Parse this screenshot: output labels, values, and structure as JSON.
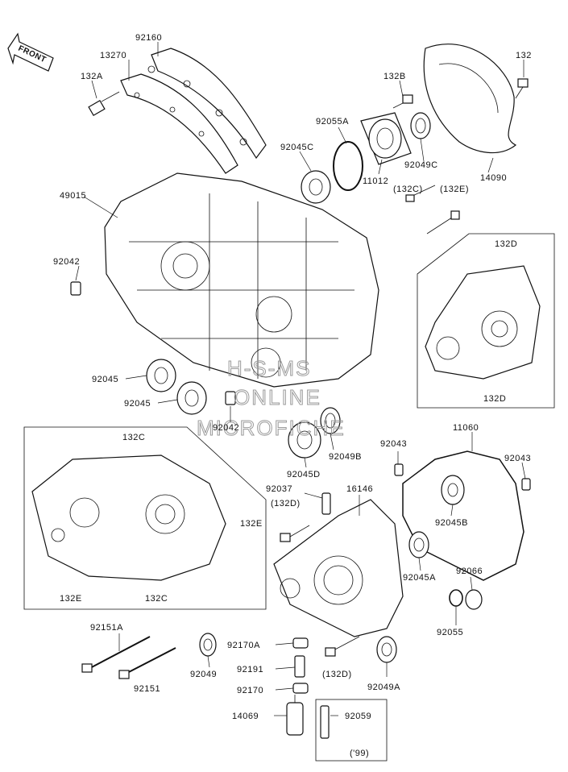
{
  "front_arrow": {
    "label": "FRONT"
  },
  "watermark": {
    "line1": "H-S-MS",
    "line2": "ONLINE",
    "line3": "MICROFICHE"
  },
  "labels": {
    "p92160": "92160",
    "p13270": "13270",
    "p132A": "132A",
    "p132": "132",
    "p132B": "132B",
    "p92055A": "92055A",
    "p92045C": "92045C",
    "p92049C": "92049C",
    "p14090": "14090",
    "p11012": "11012",
    "p132C_paren": "(132C)",
    "p132E_paren": "(132E)",
    "p49015": "49015",
    "p92042_top": "92042",
    "p132D_top": "132D",
    "p132D_bottom": "132D",
    "p92045_a": "92045",
    "p92045_b": "92045",
    "p92042_mid": "92042",
    "p92049B": "92049B",
    "p92045D": "92045D",
    "p132C_top": "132C",
    "p132E_right": "132E",
    "p132E_bottom": "132E",
    "p132C_bottom": "132C",
    "p11060": "11060",
    "p92043_left": "92043",
    "p92043_right": "92043",
    "p92037": "92037",
    "p132D_paren": "(132D)",
    "p16146": "16146",
    "p92045B": "92045B",
    "p92045A": "92045A",
    "p92066": "92066",
    "p92055": "92055",
    "p92151A": "92151A",
    "p92151": "92151",
    "p92049": "92049",
    "p92170A": "92170A",
    "p92191": "92191",
    "p92170": "92170",
    "p132D_paren2": "(132D)",
    "p92049A": "92049A",
    "p14069": "14069",
    "p92059": "92059",
    "p99": "('99)"
  }
}
